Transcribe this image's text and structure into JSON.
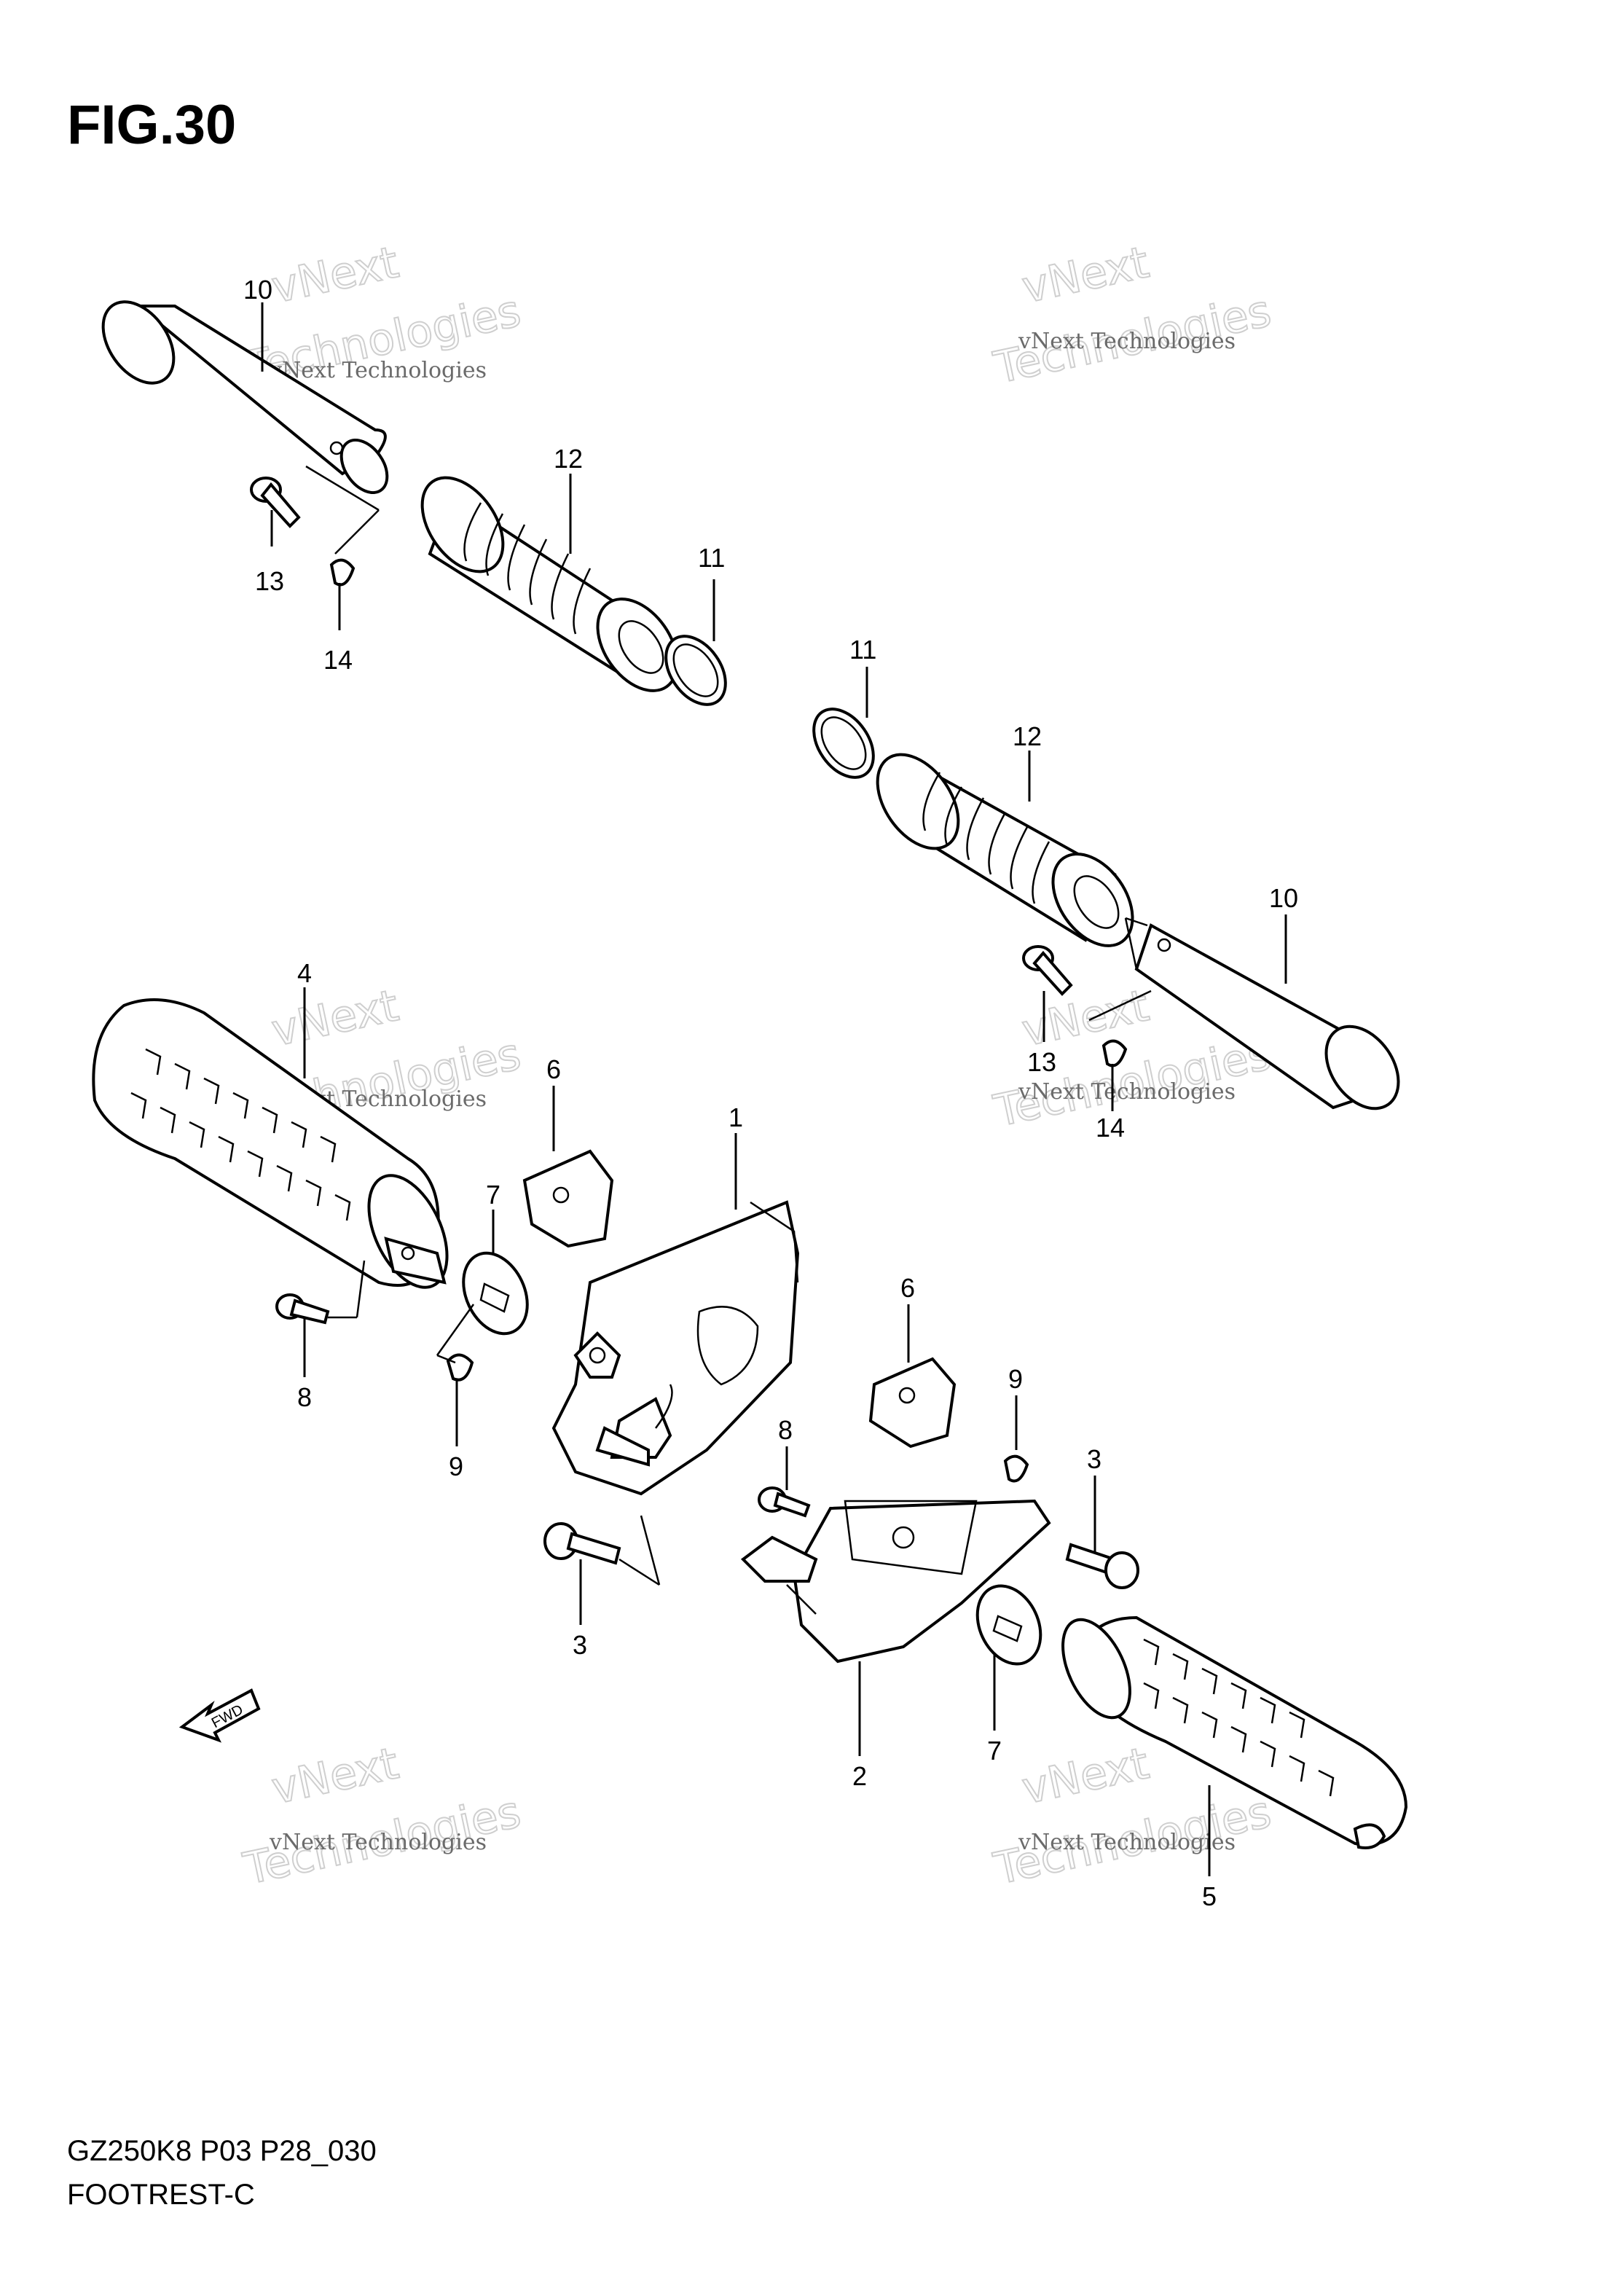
{
  "figure": {
    "title": "FIG.30",
    "model_code": "GZ250K8 P03 P28_030",
    "section_name": "FOOTREST-C",
    "direction_label": "FWD"
  },
  "callouts": [
    {
      "id": "c1",
      "text": "1"
    },
    {
      "id": "c2",
      "text": "2"
    },
    {
      "id": "c3a",
      "text": "3"
    },
    {
      "id": "c3b",
      "text": "3"
    },
    {
      "id": "c4",
      "text": "4"
    },
    {
      "id": "c5",
      "text": "5"
    },
    {
      "id": "c6a",
      "text": "6"
    },
    {
      "id": "c6b",
      "text": "6"
    },
    {
      "id": "c7a",
      "text": "7"
    },
    {
      "id": "c7b",
      "text": "7"
    },
    {
      "id": "c8a",
      "text": "8"
    },
    {
      "id": "c8b",
      "text": "8"
    },
    {
      "id": "c9a",
      "text": "9"
    },
    {
      "id": "c9b",
      "text": "9"
    },
    {
      "id": "c10a",
      "text": "10"
    },
    {
      "id": "c10b",
      "text": "10"
    },
    {
      "id": "c11a",
      "text": "11"
    },
    {
      "id": "c11b",
      "text": "11"
    },
    {
      "id": "c12a",
      "text": "12"
    },
    {
      "id": "c12b",
      "text": "12"
    },
    {
      "id": "c13a",
      "text": "13"
    },
    {
      "id": "c13b",
      "text": "13"
    },
    {
      "id": "c14a",
      "text": "14"
    },
    {
      "id": "c14b",
      "text": "14"
    }
  ],
  "watermark": {
    "line1": "vNext Technologies",
    "line2": "Technologies",
    "line3": "vNext"
  }
}
